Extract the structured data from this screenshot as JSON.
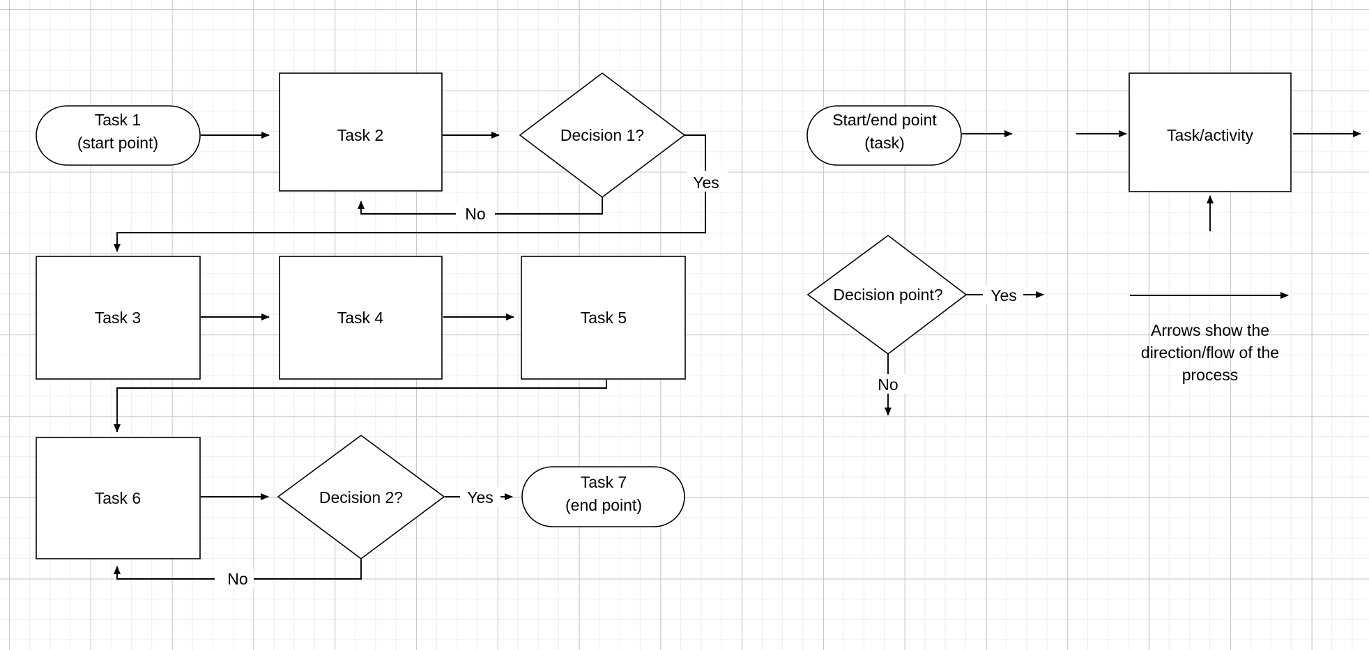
{
  "diagram": {
    "title": "Process flowchart with legend",
    "background": "#ffffff",
    "grid_minor_color": "#ededed",
    "grid_major_color": "#c9c9c9",
    "stroke_color": "#000000",
    "shape_fill": "#ffffff"
  },
  "flow": {
    "nodes": [
      {
        "id": "task1",
        "shape": "terminator",
        "line1": "Task 1",
        "line2": "(start point)"
      },
      {
        "id": "task2",
        "shape": "process",
        "line1": "Task 2",
        "line2": ""
      },
      {
        "id": "decision1",
        "shape": "decision",
        "line1": "Decision 1?",
        "line2": ""
      },
      {
        "id": "task3",
        "shape": "process",
        "line1": "Task 3",
        "line2": ""
      },
      {
        "id": "task4",
        "shape": "process",
        "line1": "Task 4",
        "line2": ""
      },
      {
        "id": "task5",
        "shape": "process",
        "line1": "Task 5",
        "line2": ""
      },
      {
        "id": "task6",
        "shape": "process",
        "line1": "Task 6",
        "line2": ""
      },
      {
        "id": "decision2",
        "shape": "decision",
        "line1": "Decision 2?",
        "line2": ""
      },
      {
        "id": "task7",
        "shape": "terminator",
        "line1": "Task 7",
        "line2": "(end point)"
      }
    ],
    "edges": [
      {
        "from": "task1",
        "to": "task2",
        "label": ""
      },
      {
        "from": "task2",
        "to": "decision1",
        "label": ""
      },
      {
        "from": "decision1",
        "to": "task2",
        "label": "No"
      },
      {
        "from": "decision1",
        "to": "task3",
        "label": "Yes"
      },
      {
        "from": "task3",
        "to": "task4",
        "label": ""
      },
      {
        "from": "task4",
        "to": "task5",
        "label": ""
      },
      {
        "from": "task5",
        "to": "task6",
        "label": ""
      },
      {
        "from": "task6",
        "to": "decision2",
        "label": ""
      },
      {
        "from": "decision2",
        "to": "task7",
        "label": "Yes"
      },
      {
        "from": "decision2",
        "to": "task6",
        "label": "No"
      }
    ]
  },
  "legend": {
    "terminator": {
      "line1": "Start/end point",
      "line2": "(task)"
    },
    "decision": {
      "line1": "Decision point?",
      "yes_label": "Yes",
      "no_label": "No"
    },
    "process": {
      "line1": "Task/activity"
    },
    "arrow_note": {
      "line1": "Arrows show the",
      "line2": "direction/flow of the",
      "line3": "process"
    }
  }
}
